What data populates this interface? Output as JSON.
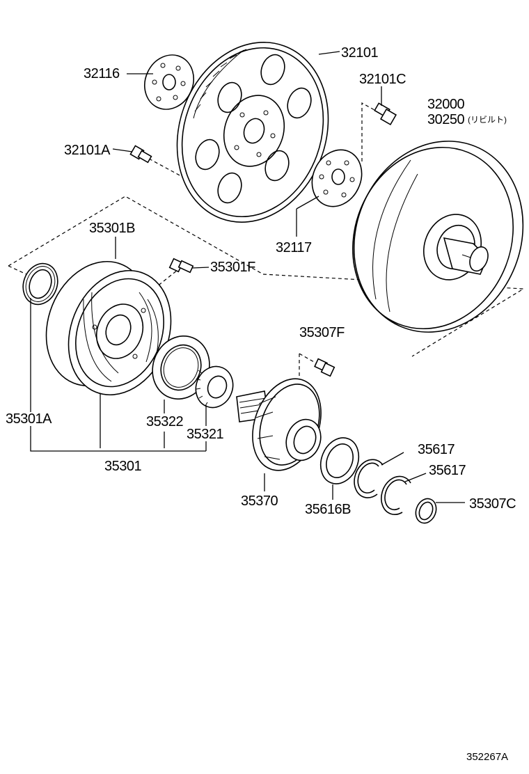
{
  "parts": {
    "p32116": "32116",
    "p32101": "32101",
    "p32101C": "32101C",
    "p32000": "32000",
    "p30250": "30250",
    "p30250_note": "(リビルト)",
    "p32101A": "32101A",
    "p32117": "32117",
    "p35301B": "35301B",
    "p35301F": "35301F",
    "p35307F": "35307F",
    "p35301A": "35301A",
    "p35322": "35322",
    "p35321": "35321",
    "p35301": "35301",
    "p35617a": "35617",
    "p35617b": "35617",
    "p35307C": "35307C",
    "p35370": "35370",
    "p35616B": "35616B"
  },
  "diagram_ref": "352267A"
}
